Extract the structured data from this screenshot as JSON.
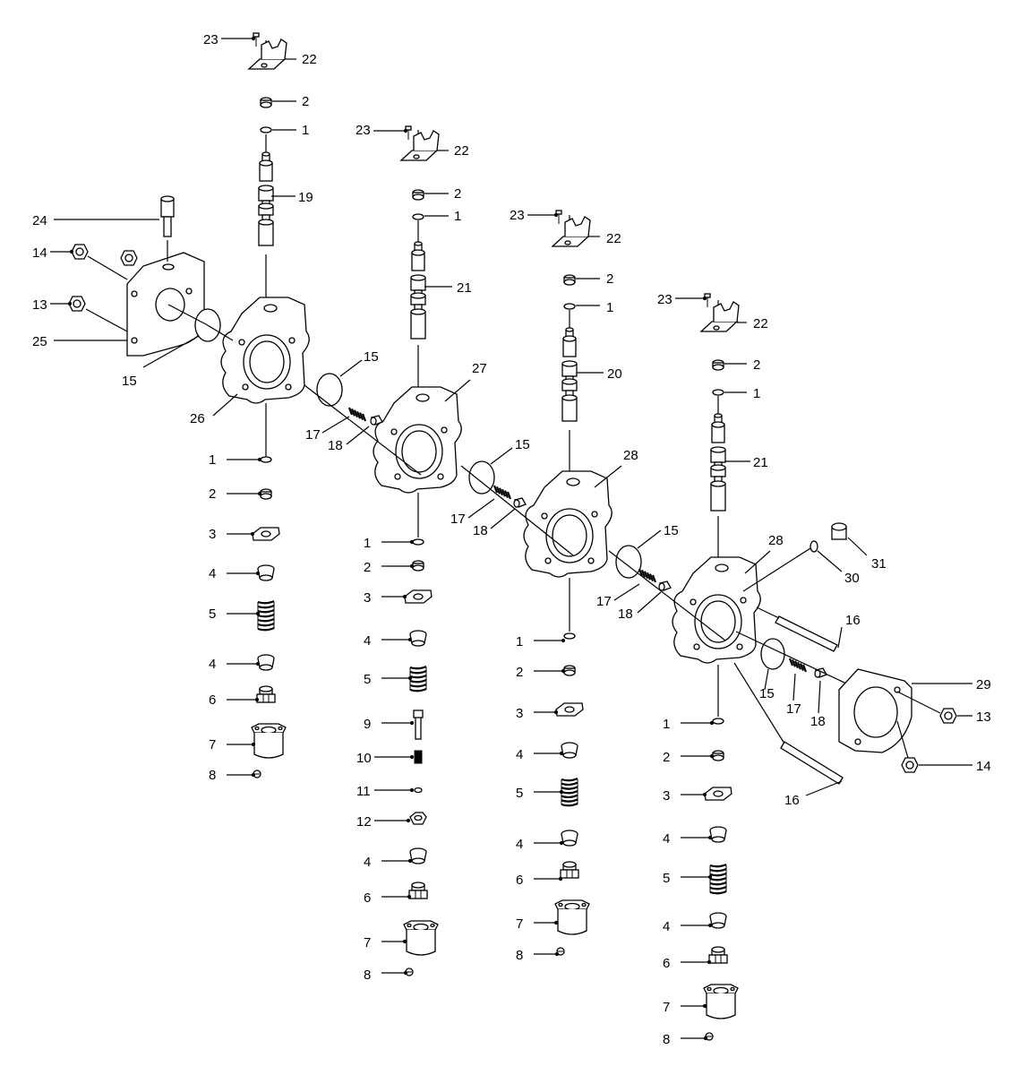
{
  "callouts": [
    {
      "id": "c-a23",
      "label": "23"
    },
    {
      "id": "c-a22",
      "label": "22"
    },
    {
      "id": "c-a2t",
      "label": "2"
    },
    {
      "id": "c-a1t",
      "label": "1"
    },
    {
      "id": "c-a19",
      "label": "19"
    },
    {
      "id": "c-24",
      "label": "24"
    },
    {
      "id": "c-14l",
      "label": "14"
    },
    {
      "id": "c-13l",
      "label": "13"
    },
    {
      "id": "c-25",
      "label": "25"
    },
    {
      "id": "c-15a",
      "label": "15"
    },
    {
      "id": "c-26",
      "label": "26"
    },
    {
      "id": "c-a1b",
      "label": "1"
    },
    {
      "id": "c-a2b",
      "label": "2"
    },
    {
      "id": "c-a3",
      "label": "3"
    },
    {
      "id": "c-a4a",
      "label": "4"
    },
    {
      "id": "c-a5",
      "label": "5"
    },
    {
      "id": "c-a4b",
      "label": "4"
    },
    {
      "id": "c-a6",
      "label": "6"
    },
    {
      "id": "c-a7",
      "label": "7"
    },
    {
      "id": "c-a8",
      "label": "8"
    },
    {
      "id": "c-b23",
      "label": "23"
    },
    {
      "id": "c-b22",
      "label": "22"
    },
    {
      "id": "c-b2t",
      "label": "2"
    },
    {
      "id": "c-b1t",
      "label": "1"
    },
    {
      "id": "c-b21",
      "label": "21"
    },
    {
      "id": "c-15b",
      "label": "15"
    },
    {
      "id": "c-27",
      "label": "27"
    },
    {
      "id": "c-17a",
      "label": "17"
    },
    {
      "id": "c-18a",
      "label": "18"
    },
    {
      "id": "c-b1b",
      "label": "1"
    },
    {
      "id": "c-b2b",
      "label": "2"
    },
    {
      "id": "c-b3",
      "label": "3"
    },
    {
      "id": "c-b4a",
      "label": "4"
    },
    {
      "id": "c-b5",
      "label": "5"
    },
    {
      "id": "c-b9",
      "label": "9"
    },
    {
      "id": "c-b10",
      "label": "10"
    },
    {
      "id": "c-b11",
      "label": "11"
    },
    {
      "id": "c-b12",
      "label": "12"
    },
    {
      "id": "c-b4b",
      "label": "4"
    },
    {
      "id": "c-b6",
      "label": "6"
    },
    {
      "id": "c-b7",
      "label": "7"
    },
    {
      "id": "c-b8",
      "label": "8"
    },
    {
      "id": "c-c23",
      "label": "23"
    },
    {
      "id": "c-c22",
      "label": "22"
    },
    {
      "id": "c-c2t",
      "label": "2"
    },
    {
      "id": "c-c1t",
      "label": "1"
    },
    {
      "id": "c-c20",
      "label": "20"
    },
    {
      "id": "c-15c",
      "label": "15"
    },
    {
      "id": "c-28a",
      "label": "28"
    },
    {
      "id": "c-17b",
      "label": "17"
    },
    {
      "id": "c-18b",
      "label": "18"
    },
    {
      "id": "c-c1b",
      "label": "1"
    },
    {
      "id": "c-c2b",
      "label": "2"
    },
    {
      "id": "c-c3",
      "label": "3"
    },
    {
      "id": "c-c4a",
      "label": "4"
    },
    {
      "id": "c-c5",
      "label": "5"
    },
    {
      "id": "c-c4b",
      "label": "4"
    },
    {
      "id": "c-c6",
      "label": "6"
    },
    {
      "id": "c-c7",
      "label": "7"
    },
    {
      "id": "c-c8",
      "label": "8"
    },
    {
      "id": "c-d23",
      "label": "23"
    },
    {
      "id": "c-d22",
      "label": "22"
    },
    {
      "id": "c-d2t",
      "label": "2"
    },
    {
      "id": "c-d1t",
      "label": "1"
    },
    {
      "id": "c-d21",
      "label": "21"
    },
    {
      "id": "c-15d",
      "label": "15"
    },
    {
      "id": "c-28b",
      "label": "28"
    },
    {
      "id": "c-17c",
      "label": "17"
    },
    {
      "id": "c-18c",
      "label": "18"
    },
    {
      "id": "c-15e",
      "label": "15"
    },
    {
      "id": "c-17d",
      "label": "17"
    },
    {
      "id": "c-18d",
      "label": "18"
    },
    {
      "id": "c-16a",
      "label": "16"
    },
    {
      "id": "c-16b",
      "label": "16"
    },
    {
      "id": "c-30",
      "label": "30"
    },
    {
      "id": "c-31",
      "label": "31"
    },
    {
      "id": "c-29",
      "label": "29"
    },
    {
      "id": "c-13r",
      "label": "13"
    },
    {
      "id": "c-14r",
      "label": "14"
    },
    {
      "id": "c-d1b",
      "label": "1"
    },
    {
      "id": "c-d2b",
      "label": "2"
    },
    {
      "id": "c-d3",
      "label": "3"
    },
    {
      "id": "c-d4a",
      "label": "4"
    },
    {
      "id": "c-d5",
      "label": "5"
    },
    {
      "id": "c-d4b",
      "label": "4"
    },
    {
      "id": "c-d6",
      "label": "6"
    },
    {
      "id": "c-d7",
      "label": "7"
    },
    {
      "id": "c-d8",
      "label": "8"
    }
  ]
}
